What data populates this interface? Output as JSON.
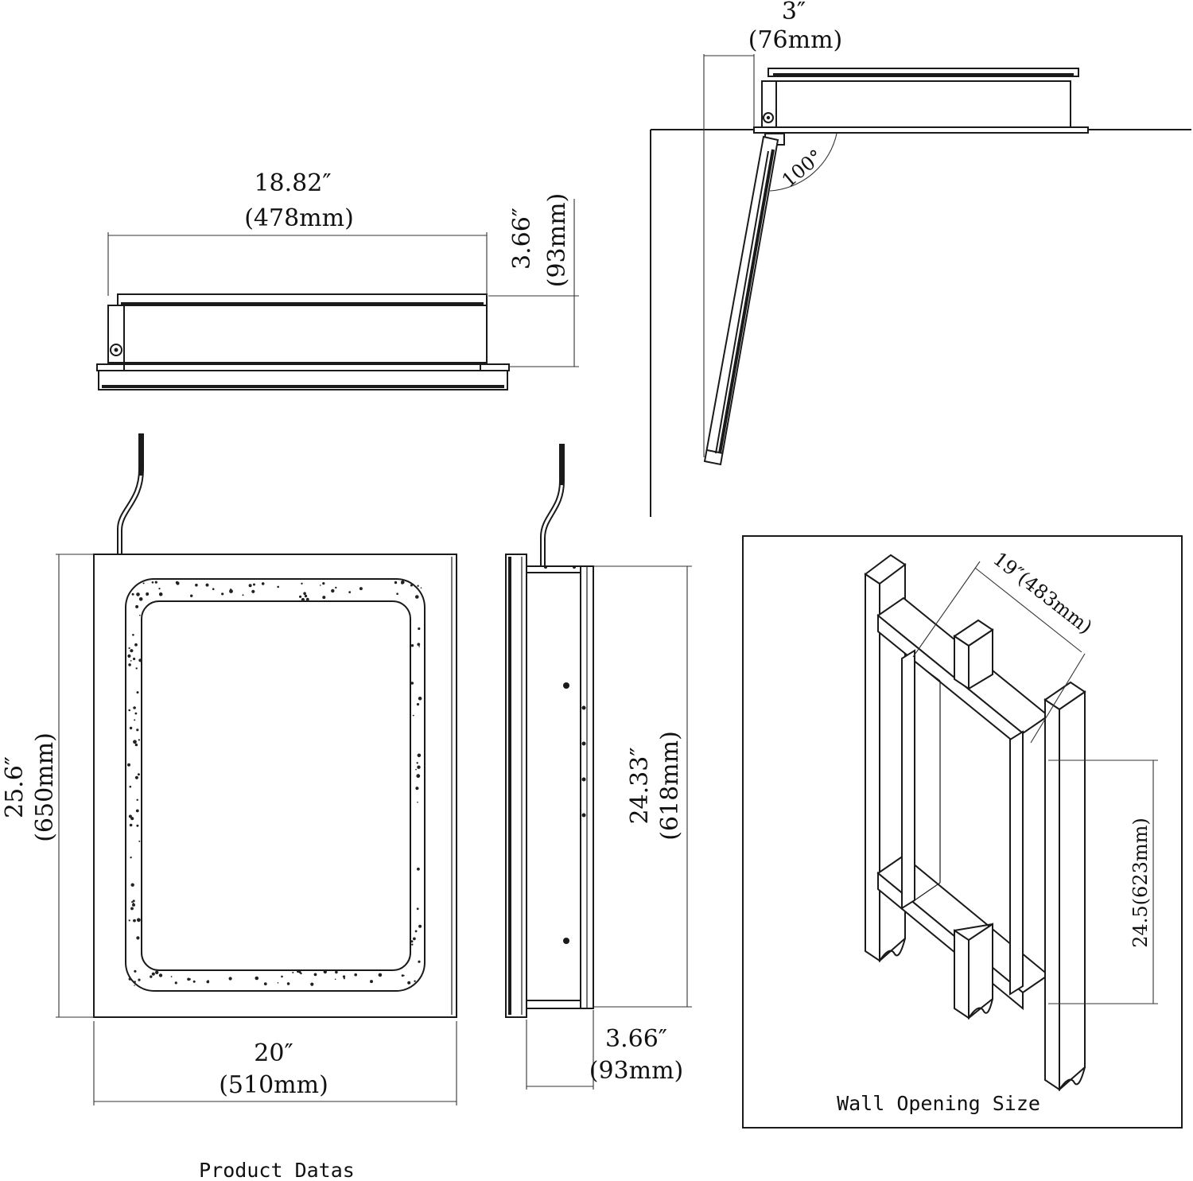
{
  "top_view": {
    "width_in": "18.82″",
    "width_mm": "(478mm)",
    "depth_in": "3.66″",
    "depth_mm": "(93mm)"
  },
  "open_view": {
    "offset_in": "3″",
    "offset_mm": "(76mm)",
    "angle": "100°"
  },
  "front_view": {
    "height_in": "25.6″",
    "height_mm": "(650mm)",
    "width_in": "20″",
    "width_mm": "(510mm)"
  },
  "side_view": {
    "height_in": "24.33″",
    "height_mm": "(618mm)",
    "depth_in": "3.66″",
    "depth_mm": "(93mm)"
  },
  "wall_opening": {
    "width_label": "19″(483mm)",
    "height_label": "24.5(623mm)",
    "caption": "Wall Opening Size"
  },
  "caption": "Product Datas"
}
